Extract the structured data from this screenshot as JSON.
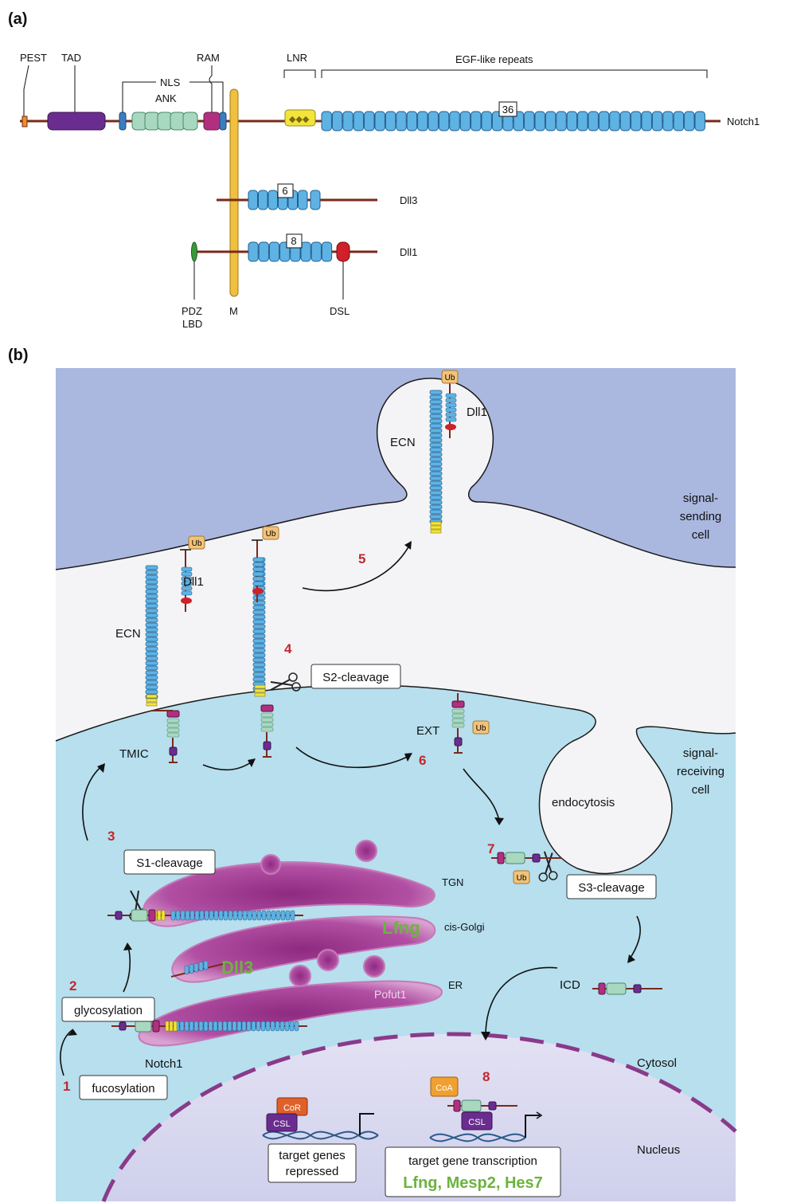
{
  "panel_a": {
    "label": "(a)",
    "domains": {
      "pest": "PEST",
      "tad": "TAD",
      "nls": "NLS",
      "ram": "RAM",
      "ank": "ANK",
      "lnr": "LNR",
      "egf": "EGF-like repeats",
      "pdz": "PDZ",
      "lbd": "LBD",
      "m": "M",
      "dsl": "DSL"
    },
    "proteins": {
      "notch1": "Notch1",
      "dll3": "Dll3",
      "dll1": "Dll1"
    },
    "repeat_counts": {
      "notch1": "36",
      "dll3": "6",
      "dll1": "8"
    }
  },
  "panel_b": {
    "label": "(b)",
    "cells": {
      "sending": [
        "signal-",
        "sending",
        "cell"
      ],
      "receiving": [
        "signal-",
        "receiving",
        "cell"
      ]
    },
    "labels": {
      "ecn": "ECN",
      "dll1": "Dll1",
      "ub": "Ub",
      "tmic": "TMIC",
      "ext": "EXT",
      "endocytosis": "endocytosis",
      "tgn": "TGN",
      "cis_golgi": "cis-Golgi",
      "er": "ER",
      "lfng": "Lfng",
      "dll3": "Dll3",
      "pofut1": "Pofut1",
      "notch1": "Notch1",
      "icd": "ICD",
      "cytosol": "Cytosol",
      "nucleus": "Nucleus",
      "cor": "CoR",
      "csl": "CSL",
      "coa": "CoA"
    },
    "boxes": {
      "s2": "S2-cleavage",
      "s1": "S1-cleavage",
      "s3": "S3-cleavage",
      "glycosylation": "glycosylation",
      "fucosylation": "fucosylation",
      "repressed": [
        "target genes",
        "repressed"
      ],
      "transcription": "target gene transcription",
      "genes": "Lfng, Mesp2, Hes7"
    },
    "steps": [
      "1",
      "2",
      "3",
      "4",
      "5",
      "6",
      "7",
      "8"
    ]
  },
  "colors": {
    "egf": "#5fb3e4",
    "egf_stroke": "#1f5f8f",
    "tad": "#6a2d8f",
    "ank": "#a8d8c0",
    "ram": "#b0307f",
    "membrane_m": "#f0c040",
    "lnr": "#f2e43a",
    "dsl": "#d0202a",
    "pdz": "#3a9a3a",
    "backbone": "#7a2a1a",
    "sending_bg": "#aab8e0",
    "receiving_bg": "#b7dfee",
    "nucleus_bg": "#d9d8f0",
    "golgi": "#9a3c8e",
    "step_red": "#c0282d",
    "gene_green": "#6db33f",
    "ub": "#f2c27a"
  }
}
